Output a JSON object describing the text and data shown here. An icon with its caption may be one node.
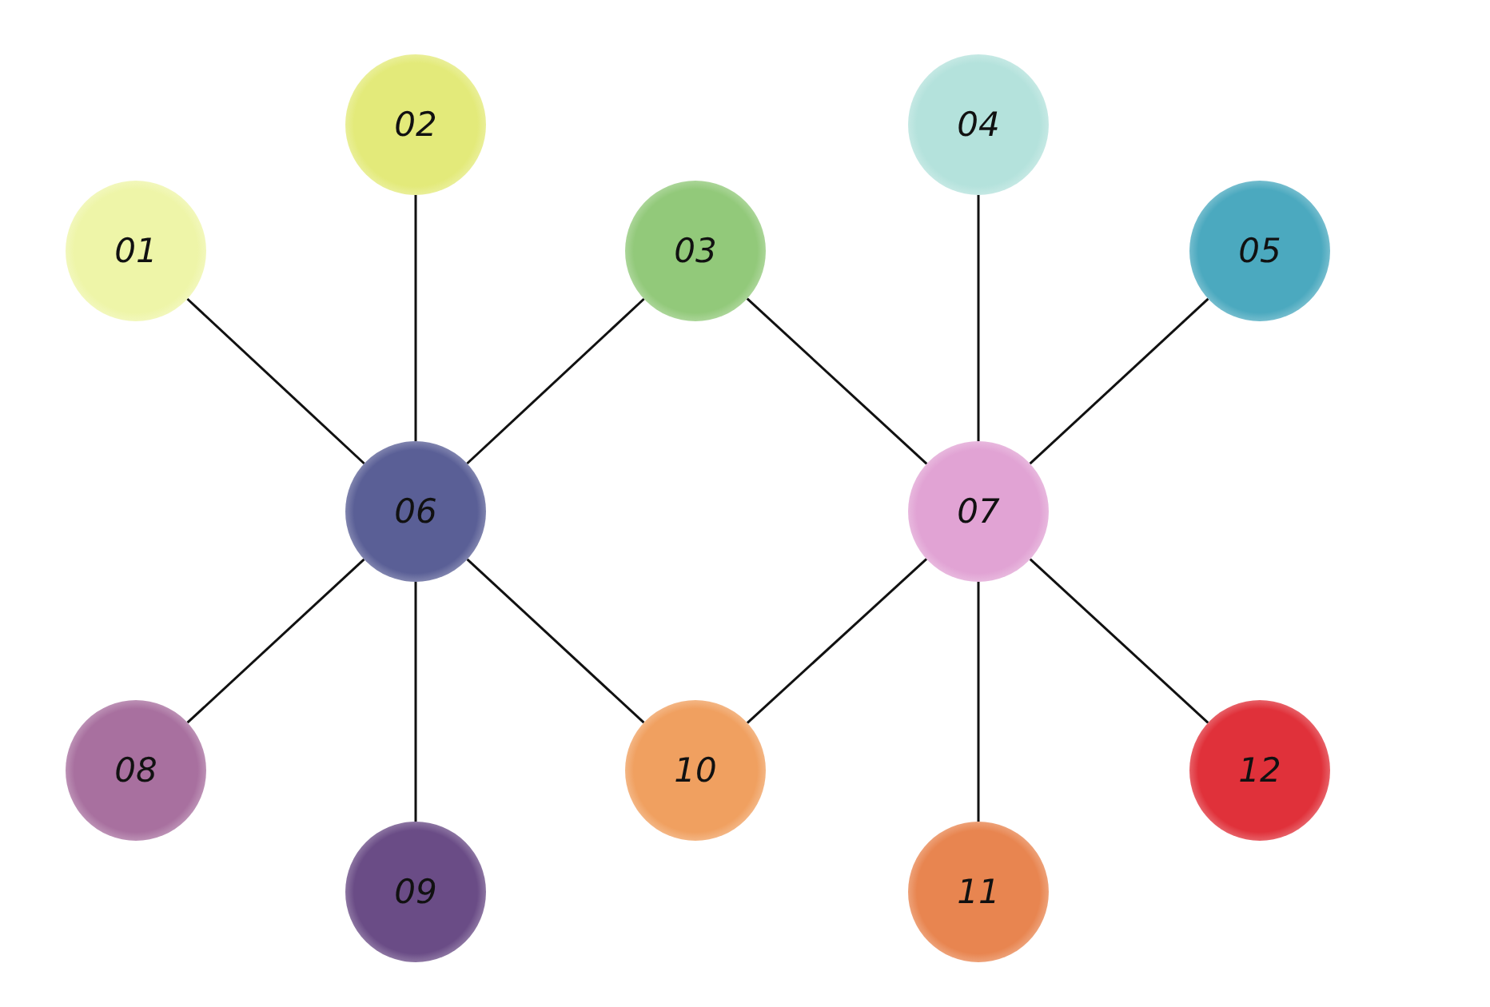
{
  "diagram": {
    "nodes": [
      {
        "text": [
          "01"
        ]
      },
      {
        "text": [
          "02"
        ]
      },
      {
        "text": [
          "03"
        ]
      },
      {
        "text": [
          "04"
        ]
      },
      {
        "text": [
          "05"
        ]
      },
      {
        "text": [
          "06"
        ]
      },
      {
        "text": [
          "07"
        ]
      },
      {
        "text": [
          "08"
        ]
      },
      {
        "text": [
          "09"
        ]
      },
      {
        "text": [
          "10"
        ]
      },
      {
        "text": [
          "11"
        ]
      },
      {
        "text": [
          "12"
        ]
      }
    ],
    "edges": [
      {
        "from": 5,
        "to": 0,
        "arrow": "none"
      },
      {
        "from": 5,
        "to": 1,
        "arrow": "none"
      },
      {
        "from": 5,
        "to": 2,
        "arrow": "none"
      },
      {
        "from": 5,
        "to": 7,
        "arrow": "none"
      },
      {
        "from": 5,
        "to": 8,
        "arrow": "none"
      },
      {
        "from": 5,
        "to": 9,
        "arrow": "none"
      },
      {
        "from": 6,
        "to": 2,
        "arrow": "none"
      },
      {
        "from": 6,
        "to": 3,
        "arrow": "none"
      },
      {
        "from": 6,
        "to": 4,
        "arrow": "none"
      },
      {
        "from": 6,
        "to": 9,
        "arrow": "none"
      },
      {
        "from": 6,
        "to": 10,
        "arrow": "none"
      },
      {
        "from": 6,
        "to": 11,
        "arrow": "none"
      }
    ]
  }
}
